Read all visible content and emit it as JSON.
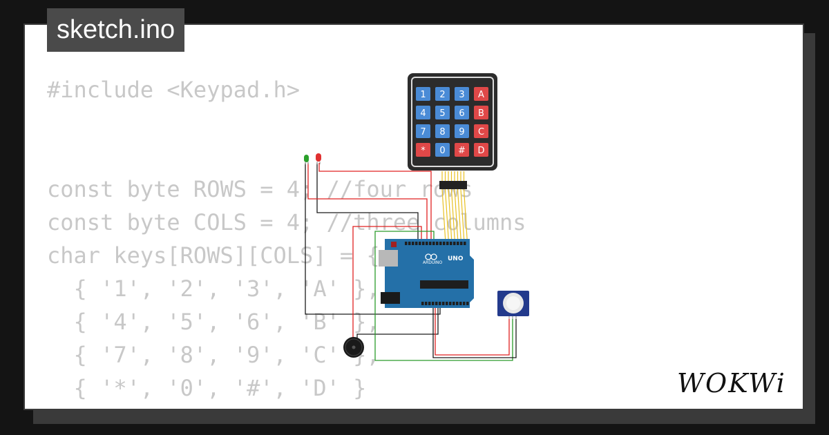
{
  "file_tab": {
    "name": "sketch.ino"
  },
  "code_lines": [
    "#include <Keypad.h>",
    "",
    "",
    "const byte ROWS = 4; //four rows",
    "const byte COLS = 4; //three columns",
    "char keys[ROWS][COLS] = {",
    "  { '1', '2', '3', 'A' },",
    "  { '4', '5', '6', 'B' },",
    "  { '7', '8', '9', 'C' },",
    "  { '*', '0', '#', 'D' }",
    "};"
  ],
  "keypad": {
    "keys": [
      [
        "1",
        "2",
        "3",
        "A"
      ],
      [
        "4",
        "5",
        "6",
        "B"
      ],
      [
        "7",
        "8",
        "9",
        "C"
      ],
      [
        "*",
        "0",
        "#",
        "D"
      ]
    ],
    "blue": "#4a8bd6",
    "red": "#e04848"
  },
  "board": {
    "label": "UNO",
    "brand": "ARDUINO"
  },
  "logo": {
    "text": "WOKWi"
  },
  "colors": {
    "background": "#141414",
    "card": "#ffffff",
    "tab": "#4a4a4a",
    "code": "#c8c8c8",
    "board": "#2470a8",
    "wire_red": "#e02020",
    "wire_green": "#2a9a2a",
    "wire_black": "#1a1a1a",
    "wire_yellow": "#e8c020"
  }
}
